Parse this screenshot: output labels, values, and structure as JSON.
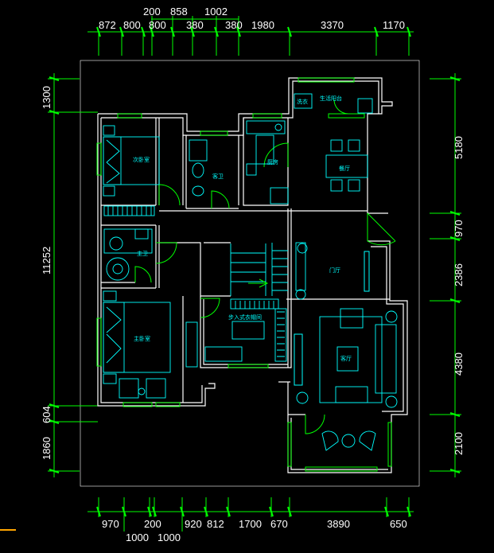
{
  "dims": {
    "top_row1": [
      "872",
      "800",
      "800",
      "380",
      "380",
      "1980",
      "3370",
      "1170"
    ],
    "top_row2": [
      "200",
      "858",
      "1002"
    ],
    "bottom_row1": [
      "970",
      "200",
      "920",
      "812",
      "1700",
      "670",
      "3890",
      "650"
    ],
    "bottom_row2": [
      "1000",
      "1000"
    ],
    "left": [
      "1300",
      "11252",
      "604",
      "1860"
    ],
    "right": [
      "5180",
      "970",
      "2386",
      "4380",
      "2100"
    ]
  },
  "rooms": {
    "secondary_bedroom": "次卧室",
    "bathroom": "客卫",
    "kitchen": "厨房",
    "laundry": "洗衣",
    "balcony_small": "生活阳台",
    "dining": "餐厅",
    "master_bath": "主卫",
    "master_bedroom": "主卧室",
    "walk_in_closet": "步入式衣帽间",
    "entrance": "门厅",
    "living": "客厅"
  },
  "colors": {
    "dimension": "#00ff00",
    "furniture": "#00ffff",
    "wall": "#ffffff",
    "background": "#000000",
    "accent": "#ffa500"
  }
}
